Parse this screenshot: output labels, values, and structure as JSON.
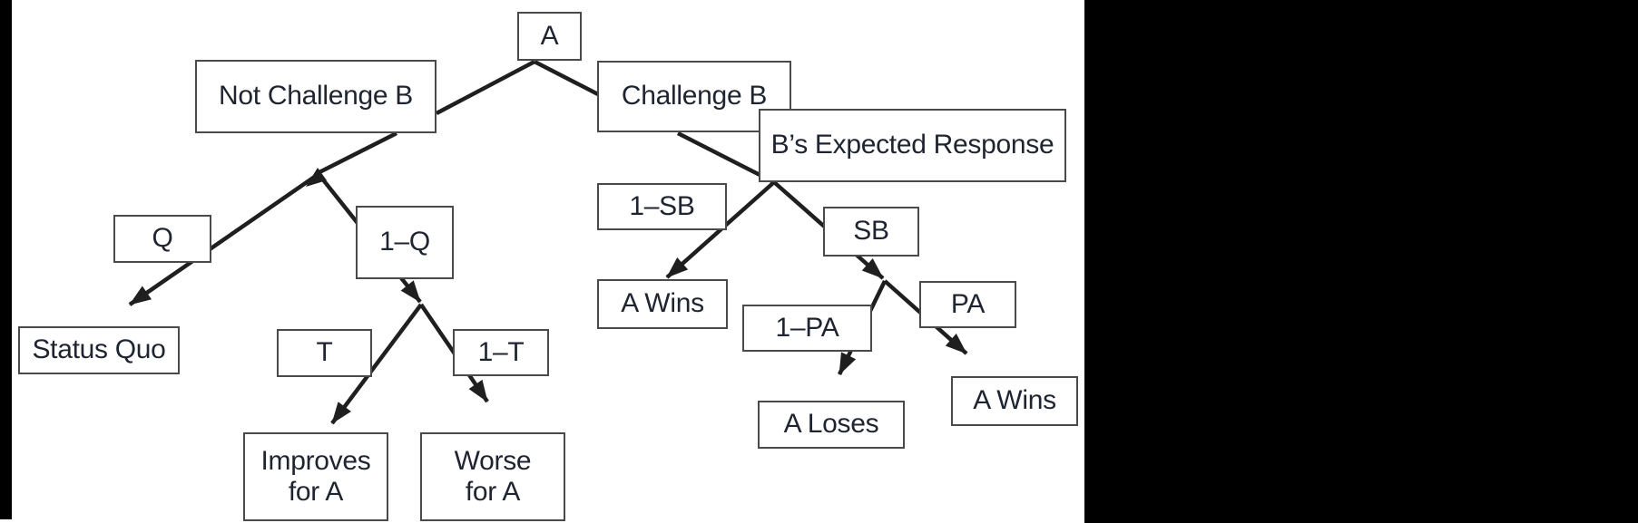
{
  "figure": {
    "type": "decision-tree-diagram",
    "background": "white panel on black backdrop"
  },
  "colors": {
    "line": "#1f1f1f",
    "box_border": "#4a4a4a",
    "text": "#1e2430",
    "canvas": "#ffffff",
    "backdrop": "#000000"
  },
  "nodes": {
    "root": "A",
    "not_challenge": "Not Challenge B",
    "challenge": "Challenge B",
    "b_response": "B’s Expected Response",
    "q": "Q",
    "one_q": "1–Q",
    "status_quo": "Status Quo",
    "t": "T",
    "one_t": "1–T",
    "improves": {
      "line1": "Improves",
      "line2": "for A"
    },
    "worse": {
      "line1": "Worse",
      "line2": "for A"
    },
    "one_sb": "1–SB",
    "sb": "SB",
    "a_wins_left": "A Wins",
    "one_pa": "1–PA",
    "pa": "PA",
    "a_loses": "A Loses",
    "a_wins_right": "A Wins"
  },
  "tree": {
    "root": "A",
    "branches": [
      {
        "choice": "Not Challenge B",
        "outcomes": [
          {
            "prob": "Q",
            "result": "Status Quo"
          },
          {
            "prob": "1–Q",
            "outcomes": [
              {
                "prob": "T",
                "result": "Improves for A"
              },
              {
                "prob": "1–T",
                "result": "Worse for A"
              }
            ]
          }
        ]
      },
      {
        "choice": "Challenge B",
        "via": "B’s Expected Response",
        "outcomes": [
          {
            "prob": "1–SB",
            "result": "A Wins"
          },
          {
            "prob": "SB",
            "outcomes": [
              {
                "prob": "1–PA",
                "result": "A Loses"
              },
              {
                "prob": "PA",
                "result": "A Wins"
              }
            ]
          }
        ]
      }
    ]
  }
}
